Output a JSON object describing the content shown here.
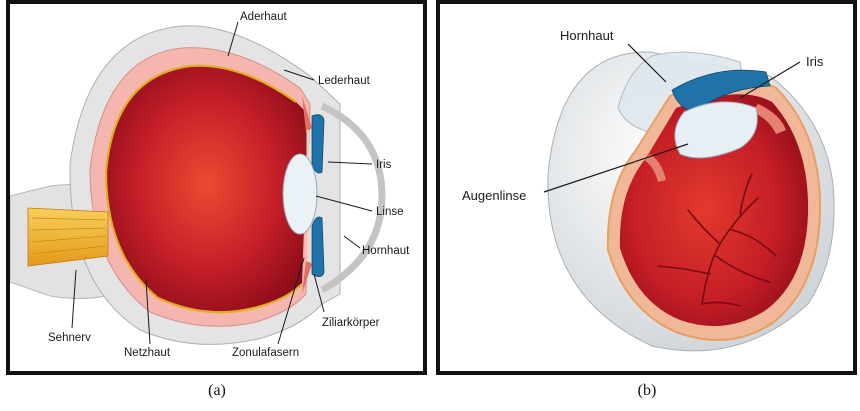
{
  "panel_a": {
    "labels": {
      "aderhaut": "Aderhaut",
      "lederhaut": "Lederhaut",
      "iris": "Iris",
      "linse": "Linse",
      "hornhaut": "Hornhaut",
      "ziliarkoerper": "Ziliarkörper",
      "zonulafasern": "Zonulafasern",
      "netzhaut": "Netzhaut",
      "sehnerv": "Sehnerv"
    },
    "caption": "(a)"
  },
  "panel_b": {
    "labels": {
      "hornhaut": "Hornhaut",
      "iris": "Iris",
      "augenlinse": "Augenlinse"
    },
    "caption": "(b)"
  },
  "colors": {
    "border": "#111111",
    "sclera": "#e4e4e4",
    "choroid": "#f4b6ae",
    "retina_line": "#e0b020",
    "vitreous_center": "#e6402c",
    "vitreous_edge": "#8a0c18",
    "optic_nerve": "#f2b52e",
    "iris": "#1f73a8",
    "lens": "#eaf2f8"
  }
}
